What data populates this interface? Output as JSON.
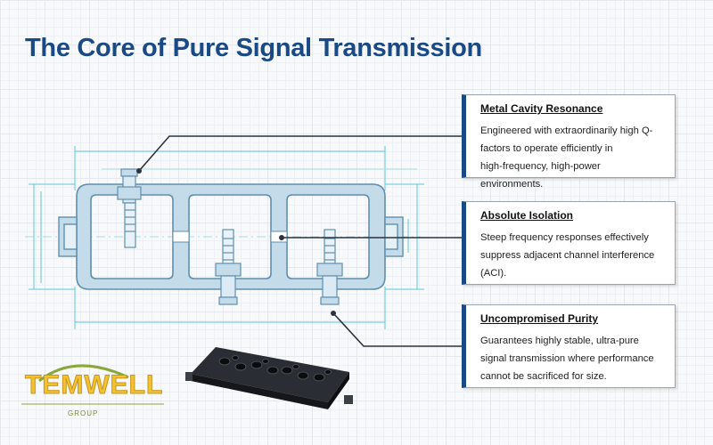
{
  "title": "The Core of Pure Signal Transmission",
  "callouts": [
    {
      "heading": "Metal Cavity Resonance",
      "lines": [
        "Engineered with extraordinarily high Q-",
        "factors to operate efficiently in",
        "high-frequency, high-power environments."
      ]
    },
    {
      "heading": "Absolute Isolation",
      "lines": [
        "Steep frequency responses effectively",
        "suppress adjacent channel interference",
        "(ACI)."
      ]
    },
    {
      "heading": "Uncompromised Purity",
      "lines": [
        "Guarantees highly stable, ultra-pure",
        "signal transmission where performance",
        "cannot be sacrificed for size."
      ]
    }
  ],
  "logo": {
    "word": "TEMWELL",
    "sub": "GROUP"
  },
  "colors": {
    "title": "#1a4a85",
    "blueprint_fill": "#c4dbe9",
    "blueprint_stroke": "#5f8fae",
    "dimension": "#5ac8dc",
    "logo_yellow": "#f2c230",
    "logo_green": "#8aa83a"
  }
}
